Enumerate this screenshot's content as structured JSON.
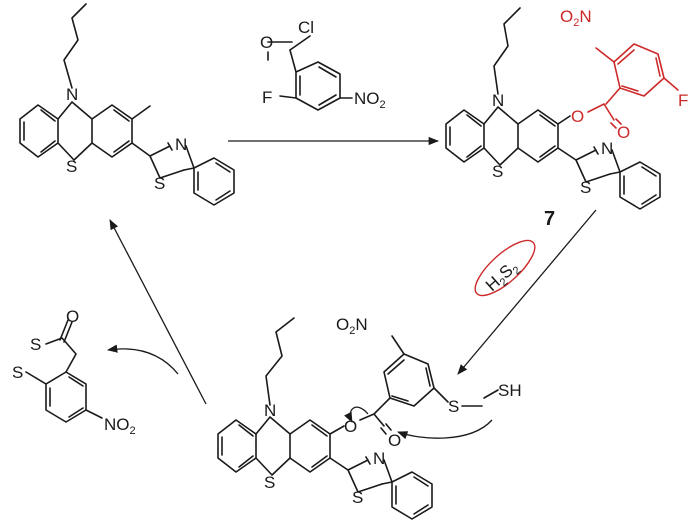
{
  "reagent": {
    "cl": "Cl",
    "o": "O",
    "f": "F",
    "no2": "NO",
    "no2_sub": "2"
  },
  "probe": {
    "n": "N",
    "s": "S",
    "btz_n": "N",
    "btz_s": "S"
  },
  "compound7": {
    "n": "N",
    "s": "S",
    "btz_n": "N",
    "btz_s": "S",
    "ester_o": "O",
    "carbonyl_o": "O",
    "f": "F",
    "no2": "O",
    "no2_sub": "2",
    "no2_n": "N",
    "label": "7"
  },
  "trigger": {
    "h": "H",
    "h_sub": "2",
    "s": "S",
    "s_sub": "2"
  },
  "intermediate": {
    "n": "N",
    "s": "S",
    "btz_n": "N",
    "btz_s": "S",
    "o": "O",
    "carbonyl_o": "O",
    "no2": "O",
    "no2_sub": "2",
    "no2_n": "N",
    "ssh_s": "S",
    "ssh_sh": "SH"
  },
  "byproduct": {
    "o": "O",
    "s1": "S",
    "s2": "S",
    "no2": "NO",
    "no2_sub": "2"
  },
  "colors": {
    "highlight": "#cc2a2a",
    "ink": "#1a1a1a"
  }
}
